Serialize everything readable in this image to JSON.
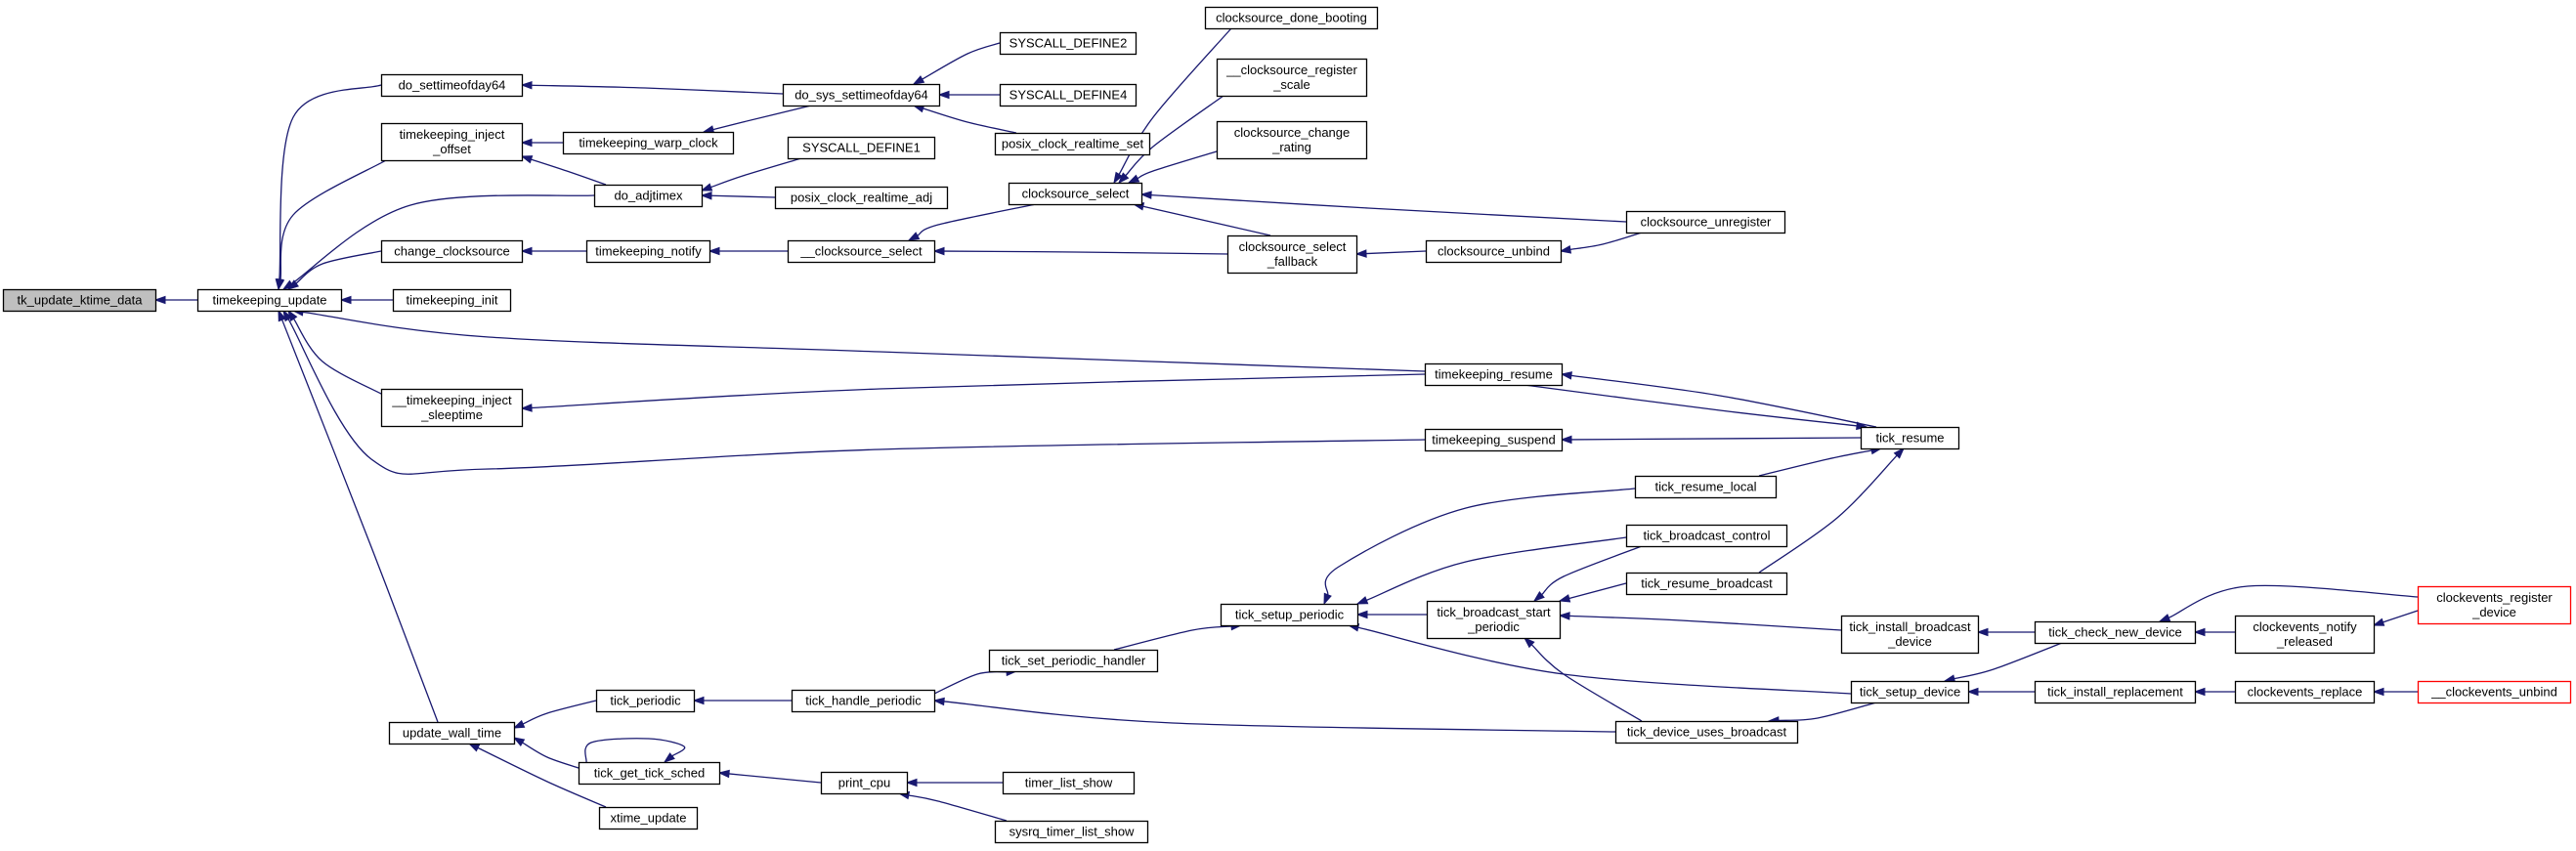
{
  "graph": {
    "nodes": [
      {
        "id": "tk_update_ktime_data",
        "lines": [
          "tk_update_ktime_data"
        ],
        "root": true
      },
      {
        "id": "timekeeping_update",
        "lines": [
          "timekeeping_update"
        ]
      },
      {
        "id": "do_settimeofday64",
        "lines": [
          "do_settimeofday64"
        ]
      },
      {
        "id": "timekeeping_inject_offset",
        "lines": [
          "timekeeping_inject",
          "_offset"
        ]
      },
      {
        "id": "do_adjtimex",
        "lines": [
          "do_adjtimex"
        ]
      },
      {
        "id": "change_clocksource",
        "lines": [
          "change_clocksource"
        ]
      },
      {
        "id": "timekeeping_init",
        "lines": [
          "timekeeping_init"
        ]
      },
      {
        "id": "__timekeeping_inject_sleeptime",
        "lines": [
          "__timekeeping_inject",
          "_sleeptime"
        ]
      },
      {
        "id": "update_wall_time",
        "lines": [
          "update_wall_time"
        ]
      },
      {
        "id": "timekeeping_warp_clock",
        "lines": [
          "timekeeping_warp_clock"
        ]
      },
      {
        "id": "do_sys_settimeofday64",
        "lines": [
          "do_sys_settimeofday64"
        ]
      },
      {
        "id": "SYSCALL_DEFINE2",
        "lines": [
          "SYSCALL_DEFINE2"
        ]
      },
      {
        "id": "SYSCALL_DEFINE4",
        "lines": [
          "SYSCALL_DEFINE4"
        ]
      },
      {
        "id": "posix_clock_realtime_set",
        "lines": [
          "posix_clock_realtime_set"
        ]
      },
      {
        "id": "SYSCALL_DEFINE1",
        "lines": [
          "SYSCALL_DEFINE1"
        ]
      },
      {
        "id": "posix_clock_realtime_adj",
        "lines": [
          "posix_clock_realtime_adj"
        ]
      },
      {
        "id": "timekeeping_notify",
        "lines": [
          "timekeeping_notify"
        ]
      },
      {
        "id": "__clocksource_select",
        "lines": [
          "__clocksource_select"
        ]
      },
      {
        "id": "clocksource_select",
        "lines": [
          "clocksource_select"
        ]
      },
      {
        "id": "clocksource_done_booting",
        "lines": [
          "clocksource_done_booting"
        ]
      },
      {
        "id": "__clocksource_register_scale",
        "lines": [
          "__clocksource_register",
          "_scale"
        ]
      },
      {
        "id": "clocksource_change_rating",
        "lines": [
          "clocksource_change",
          "_rating"
        ]
      },
      {
        "id": "clocksource_select_fallback",
        "lines": [
          "clocksource_select",
          "_fallback"
        ]
      },
      {
        "id": "clocksource_unbind",
        "lines": [
          "clocksource_unbind"
        ]
      },
      {
        "id": "clocksource_unregister",
        "lines": [
          "clocksource_unregister"
        ]
      },
      {
        "id": "timekeeping_resume",
        "lines": [
          "timekeeping_resume"
        ]
      },
      {
        "id": "timekeeping_suspend",
        "lines": [
          "timekeeping_suspend"
        ]
      },
      {
        "id": "tick_resume",
        "lines": [
          "tick_resume"
        ]
      },
      {
        "id": "tick_resume_local",
        "lines": [
          "tick_resume_local"
        ]
      },
      {
        "id": "tick_broadcast_control",
        "lines": [
          "tick_broadcast_control"
        ]
      },
      {
        "id": "tick_resume_broadcast",
        "lines": [
          "tick_resume_broadcast"
        ]
      },
      {
        "id": "tick_setup_periodic",
        "lines": [
          "tick_setup_periodic"
        ]
      },
      {
        "id": "tick_broadcast_start_periodic",
        "lines": [
          "tick_broadcast_start",
          "_periodic"
        ]
      },
      {
        "id": "tick_install_broadcast_device",
        "lines": [
          "tick_install_broadcast",
          "_device"
        ]
      },
      {
        "id": "tick_check_new_device",
        "lines": [
          "tick_check_new_device"
        ]
      },
      {
        "id": "clockevents_notify_released",
        "lines": [
          "clockevents_notify",
          "_released"
        ]
      },
      {
        "id": "clockevents_register_device",
        "lines": [
          "clockevents_register",
          "_device"
        ],
        "truncated": true
      },
      {
        "id": "tick_set_periodic_handler",
        "lines": [
          "tick_set_periodic_handler"
        ]
      },
      {
        "id": "tick_periodic",
        "lines": [
          "tick_periodic"
        ]
      },
      {
        "id": "tick_handle_periodic",
        "lines": [
          "tick_handle_periodic"
        ]
      },
      {
        "id": "tick_setup_device",
        "lines": [
          "tick_setup_device"
        ]
      },
      {
        "id": "tick_install_replacement",
        "lines": [
          "tick_install_replacement"
        ]
      },
      {
        "id": "clockevents_replace",
        "lines": [
          "clockevents_replace"
        ]
      },
      {
        "id": "__clockevents_unbind",
        "lines": [
          "__clockevents_unbind"
        ],
        "truncated": true
      },
      {
        "id": "tick_device_uses_broadcast",
        "lines": [
          "tick_device_uses_broadcast"
        ]
      },
      {
        "id": "tick_get_tick_sched",
        "lines": [
          "tick_get_tick_sched"
        ]
      },
      {
        "id": "print_cpu",
        "lines": [
          "print_cpu"
        ]
      },
      {
        "id": "timer_list_show",
        "lines": [
          "timer_list_show"
        ]
      },
      {
        "id": "sysrq_timer_list_show",
        "lines": [
          "sysrq_timer_list_show"
        ]
      },
      {
        "id": "xtime_update",
        "lines": [
          "xtime_update"
        ]
      }
    ],
    "edges": [
      [
        "timekeeping_update",
        "tk_update_ktime_data"
      ],
      [
        "do_settimeofday64",
        "timekeeping_update"
      ],
      [
        "timekeeping_inject_offset",
        "timekeeping_update"
      ],
      [
        "do_adjtimex",
        "timekeeping_update"
      ],
      [
        "change_clocksource",
        "timekeeping_update"
      ],
      [
        "timekeeping_init",
        "timekeeping_update"
      ],
      [
        "__timekeeping_inject_sleeptime",
        "timekeeping_update"
      ],
      [
        "update_wall_time",
        "timekeeping_update"
      ],
      [
        "timekeeping_resume",
        "timekeeping_update"
      ],
      [
        "timekeeping_suspend",
        "timekeeping_update"
      ],
      [
        "do_sys_settimeofday64",
        "do_settimeofday64"
      ],
      [
        "timekeeping_warp_clock",
        "timekeeping_inject_offset"
      ],
      [
        "do_adjtimex",
        "timekeeping_inject_offset"
      ],
      [
        "do_sys_settimeofday64",
        "timekeeping_warp_clock"
      ],
      [
        "SYSCALL_DEFINE2",
        "do_sys_settimeofday64"
      ],
      [
        "SYSCALL_DEFINE4",
        "do_sys_settimeofday64"
      ],
      [
        "posix_clock_realtime_set",
        "do_sys_settimeofday64"
      ],
      [
        "SYSCALL_DEFINE1",
        "do_adjtimex"
      ],
      [
        "posix_clock_realtime_adj",
        "do_adjtimex"
      ],
      [
        "timekeeping_notify",
        "change_clocksource"
      ],
      [
        "__clocksource_select",
        "timekeeping_notify"
      ],
      [
        "clocksource_select",
        "__clocksource_select"
      ],
      [
        "clocksource_select_fallback",
        "__clocksource_select"
      ],
      [
        "clocksource_done_booting",
        "clocksource_select"
      ],
      [
        "__clocksource_register_scale",
        "clocksource_select"
      ],
      [
        "clocksource_change_rating",
        "clocksource_select"
      ],
      [
        "clocksource_select_fallback",
        "clocksource_select"
      ],
      [
        "clocksource_unregister",
        "clocksource_select"
      ],
      [
        "clocksource_unbind",
        "clocksource_select_fallback"
      ],
      [
        "clocksource_unregister",
        "clocksource_unbind"
      ],
      [
        "timekeeping_resume",
        "__timekeeping_inject_sleeptime"
      ],
      [
        "tick_resume",
        "timekeeping_resume"
      ],
      [
        "timekeeping_resume",
        "tick_resume"
      ],
      [
        "tick_resume",
        "timekeeping_suspend"
      ],
      [
        "tick_resume_local",
        "tick_resume"
      ],
      [
        "tick_resume_broadcast",
        "tick_resume"
      ],
      [
        "tick_resume_local",
        "tick_setup_periodic"
      ],
      [
        "tick_broadcast_control",
        "tick_setup_periodic"
      ],
      [
        "tick_broadcast_start_periodic",
        "tick_setup_periodic"
      ],
      [
        "tick_setup_device",
        "tick_setup_periodic"
      ],
      [
        "tick_set_periodic_handler",
        "tick_setup_periodic"
      ],
      [
        "tick_broadcast_control",
        "tick_broadcast_start_periodic"
      ],
      [
        "tick_resume_broadcast",
        "tick_broadcast_start_periodic"
      ],
      [
        "tick_install_broadcast_device",
        "tick_broadcast_start_periodic"
      ],
      [
        "tick_device_uses_broadcast",
        "tick_broadcast_start_periodic"
      ],
      [
        "tick_check_new_device",
        "tick_install_broadcast_device"
      ],
      [
        "clockevents_notify_released",
        "tick_check_new_device"
      ],
      [
        "clockevents_register_device",
        "tick_check_new_device"
      ],
      [
        "clockevents_register_device",
        "clockevents_notify_released"
      ],
      [
        "tick_check_new_device",
        "tick_setup_device"
      ],
      [
        "tick_install_replacement",
        "tick_setup_device"
      ],
      [
        "clockevents_replace",
        "tick_install_replacement"
      ],
      [
        "__clockevents_unbind",
        "clockevents_replace"
      ],
      [
        "tick_setup_device",
        "tick_device_uses_broadcast"
      ],
      [
        "tick_device_uses_broadcast",
        "tick_handle_periodic"
      ],
      [
        "tick_handle_periodic",
        "tick_set_periodic_handler"
      ],
      [
        "tick_handle_periodic",
        "tick_periodic"
      ],
      [
        "tick_periodic",
        "update_wall_time"
      ],
      [
        "tick_get_tick_sched",
        "update_wall_time"
      ],
      [
        "xtime_update",
        "update_wall_time"
      ],
      [
        "tick_get_tick_sched",
        "tick_get_tick_sched"
      ],
      [
        "print_cpu",
        "tick_get_tick_sched"
      ],
      [
        "timer_list_show",
        "print_cpu"
      ],
      [
        "sysrq_timer_list_show",
        "print_cpu"
      ]
    ]
  }
}
